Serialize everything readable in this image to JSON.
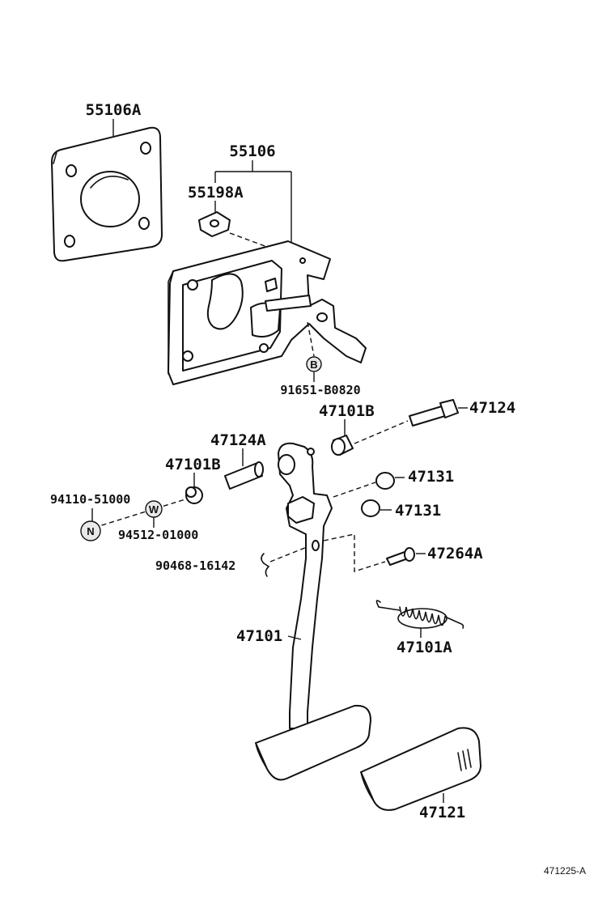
{
  "diagram": {
    "figure_id": "471225-A",
    "parts": {
      "p55106A": "55106A",
      "p55106": "55106",
      "p55198A": "55198A",
      "p91651": "91651-B0820",
      "p47101B_top": "47101B",
      "p47124": "47124",
      "p47124A": "47124A",
      "p47101B_left": "47101B",
      "p47131_a": "47131",
      "p47131_b": "47131",
      "p94110": "94110-51000",
      "p94512": "94512-01000",
      "p47264A": "47264A",
      "p90468": "90468-16142",
      "p47101": "47101",
      "p47101A": "47101A",
      "p47121": "47121"
    },
    "badges": {
      "b": "B",
      "w": "W",
      "n": "N"
    }
  }
}
